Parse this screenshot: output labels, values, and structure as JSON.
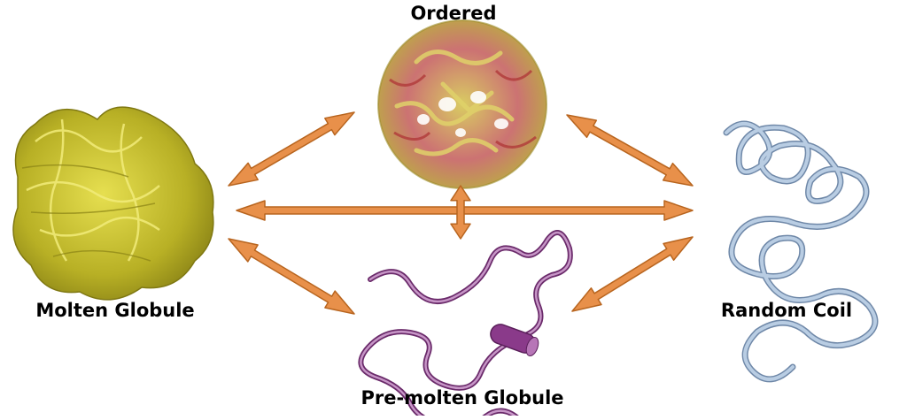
{
  "labels": {
    "ordered": "Ordered",
    "molten_globule": "Molten Globule",
    "random_coil": "Random Coil",
    "pre_molten_globule": "Pre-molten Globule"
  },
  "colors": {
    "arrow_fill": "#e8904a",
    "arrow_stroke": "#b8651f",
    "molten_globule": "#c9c22a",
    "ordered_red": "#c85a5a",
    "ordered_yellow": "#c8b83a",
    "random_coil": "#9fb8d4",
    "pre_molten": "#8a3a8a"
  },
  "icons": {
    "ordered": "protein-cage-icon",
    "molten_globule": "molten-globule-icon",
    "random_coil": "random-coil-icon",
    "pre_molten_globule": "pre-molten-chain-icon"
  }
}
